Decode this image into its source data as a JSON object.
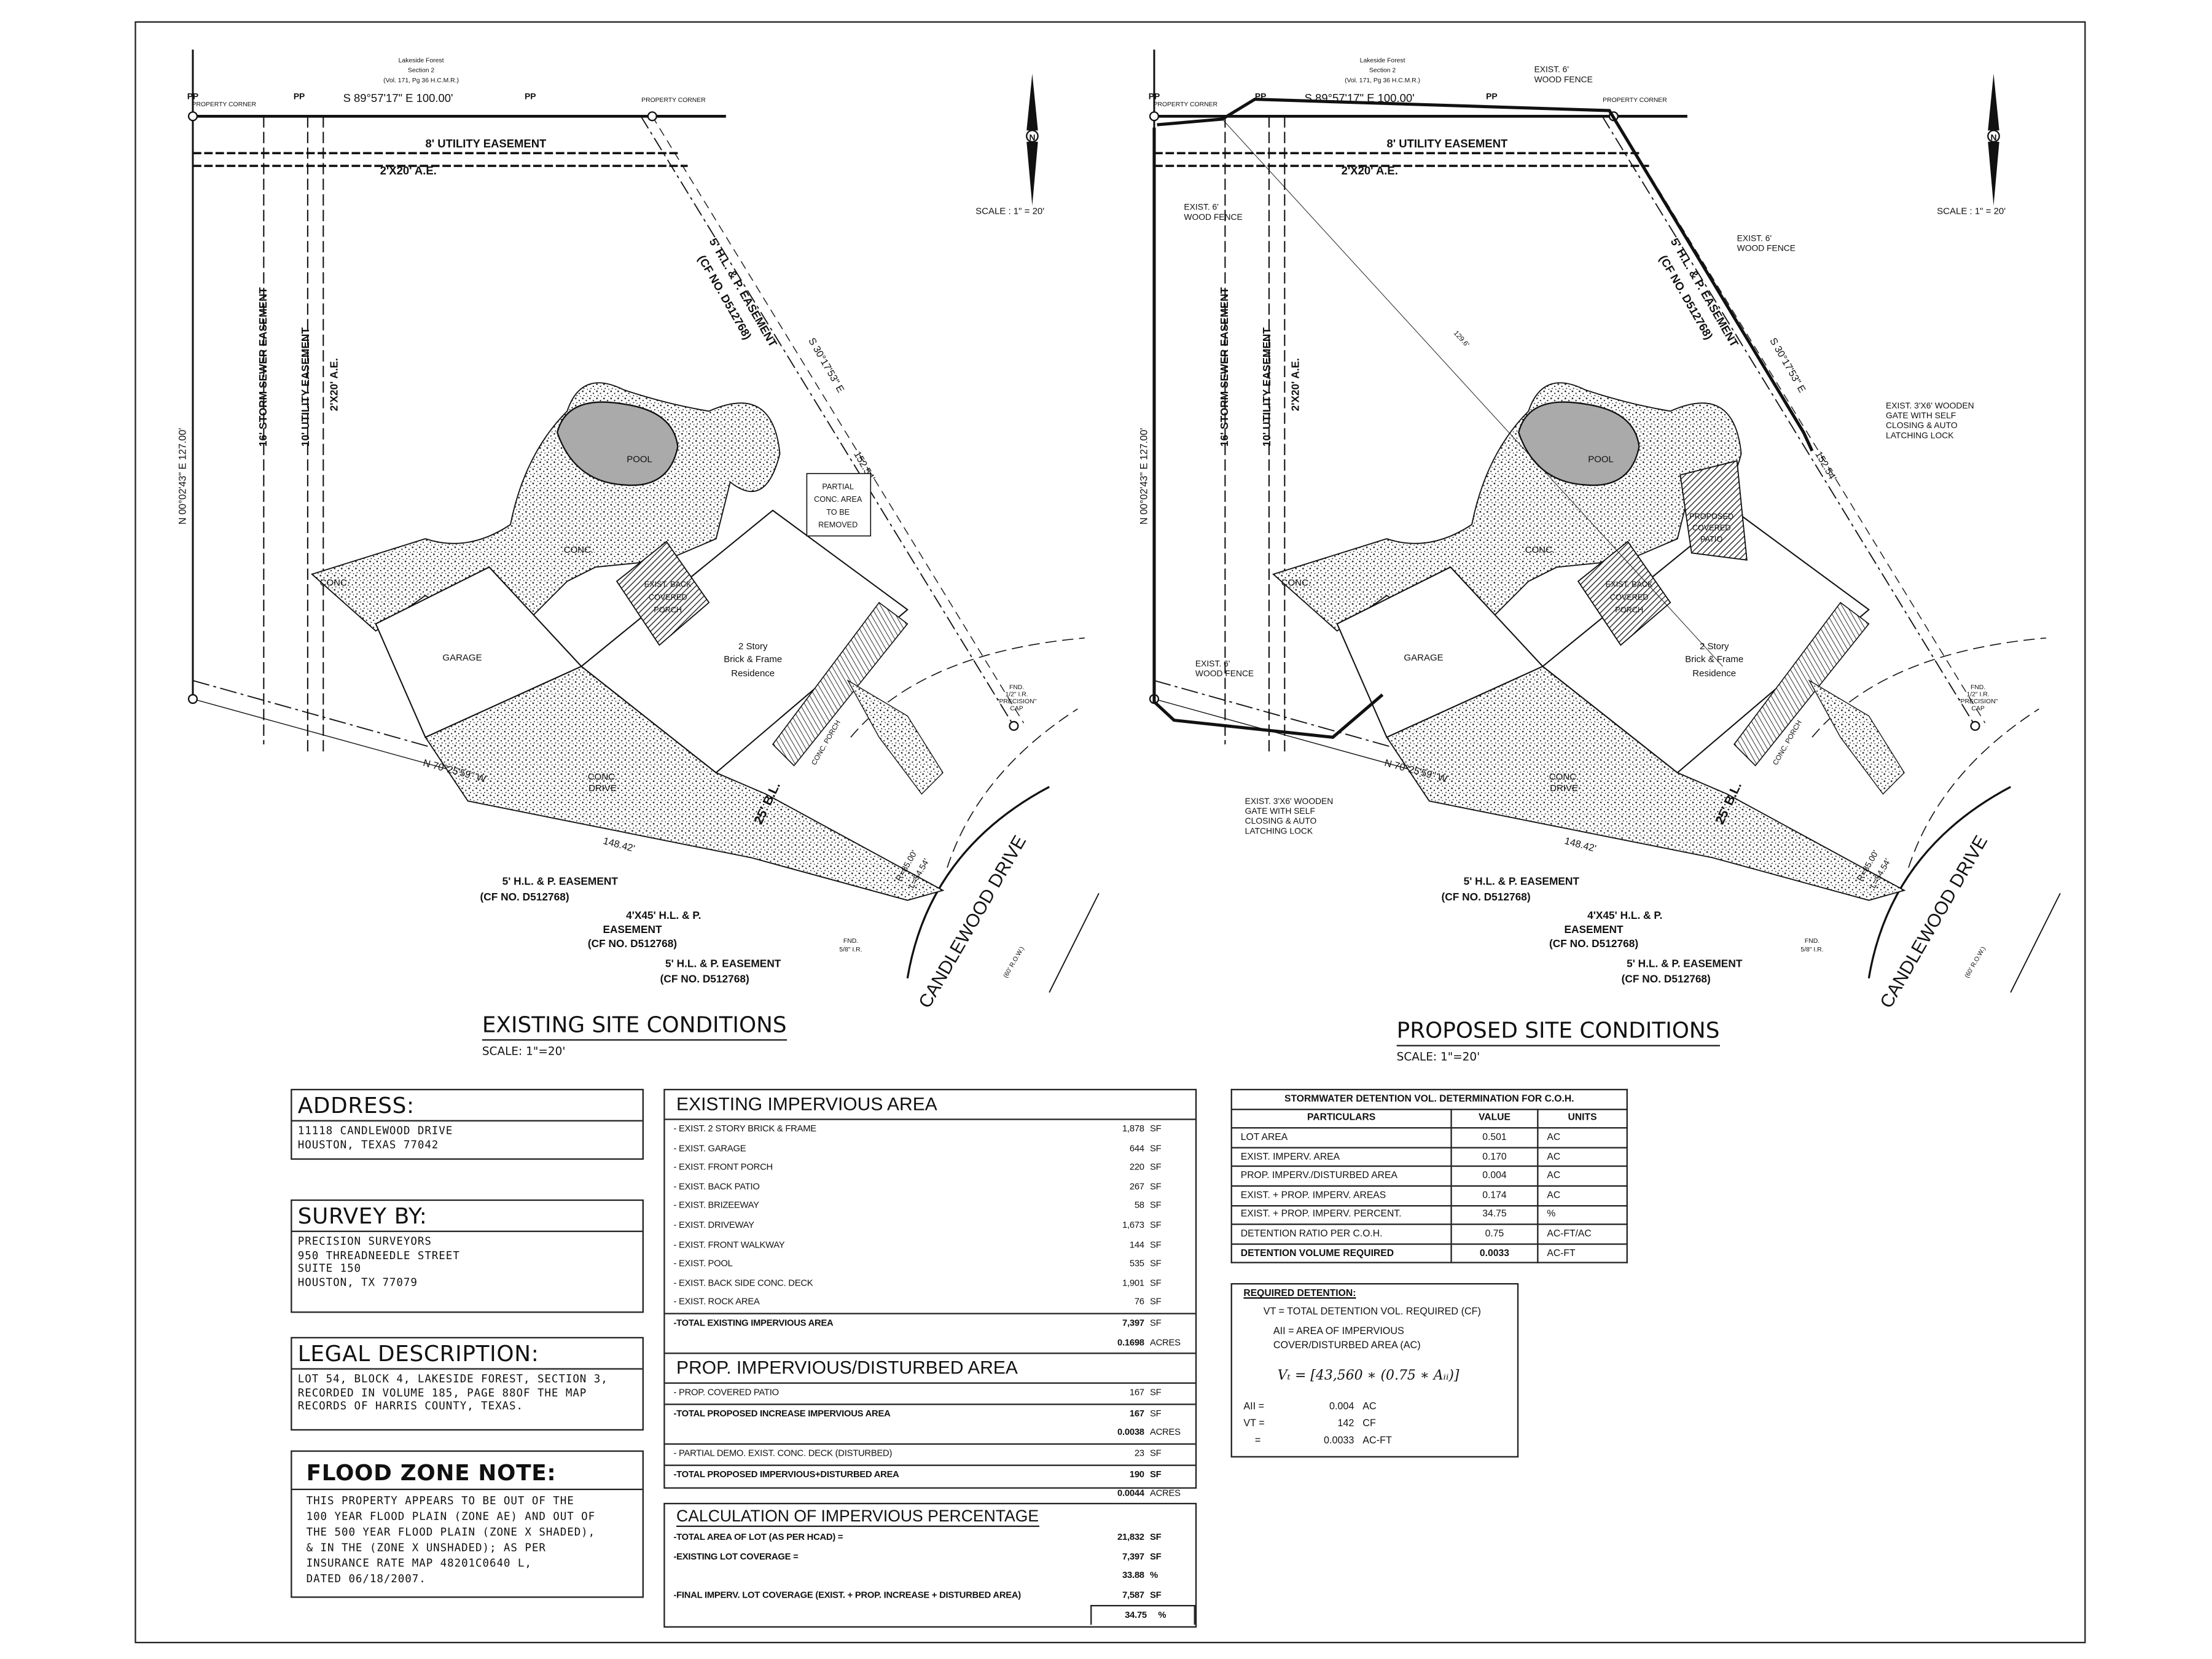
{
  "plan_labels": {
    "subdivision": [
      "Lakeside Forest",
      "Section 2",
      "(Vol. 171, Pg 36 H.C.M.R.)"
    ],
    "north_bearing": "S 89°57'17\"  E     100.00'",
    "west_bearing": "N 00°02'43\"  E     127.00'",
    "east_bearing": "S 30°17'53\"  E",
    "east_distance": "152.54'",
    "south_bearing": "N 70°25'59\"  W",
    "south_distance": "148.42'",
    "pp": "PP",
    "property_corner": "PROPERTY CORNER",
    "utility_easement": "8' UTILITY EASEMENT",
    "ae_easement": "2'X20' A.E.",
    "storm_easement": "16' STORM SEWER EASEMENT",
    "utility_easement_10": "10' UTILITY EASEMENT",
    "ae_vertical": "2'X20' A.E.",
    "hlp_easement_diag": "5' H.L. & P. EASEMENT",
    "hlp_cf_diag": "(CF NO. D512768)",
    "pool": "POOL",
    "conc": "CONC.",
    "garage": "GARAGE",
    "residence": [
      "2 Story",
      "Brick & Frame",
      "Residence"
    ],
    "back_porch": [
      "EXIST. BACK",
      "COVERED",
      "PORCH"
    ],
    "front_porch": "CONC. PORCH",
    "conc_drive": [
      "CONC.",
      "DRIVE"
    ],
    "building_line": "25' B.L.",
    "curve": [
      "R=85.00'",
      "L=54.54'"
    ],
    "fnd_half": [
      "FND.",
      "1/2\" I.R.",
      "\"PRECISION\"",
      "CAP"
    ],
    "fnd_5_8": [
      "FND.",
      "5/8\" I.R."
    ],
    "street": "CANDLEWOOD DRIVE",
    "row": "(60' R.O.W.)",
    "bottom_easements": [
      [
        "5' H.L. & P. EASEMENT",
        "(CF NO. D512768)"
      ],
      [
        "4'X45' H.L. & P.",
        "EASEMENT",
        "(CF NO. D512768)"
      ],
      [
        "5' H.L. & P. EASEMENT",
        "(CF NO. D512768)"
      ]
    ],
    "scale_note": "SCALE : 1\" = 20'",
    "north_letter": "N"
  },
  "existing_plan": {
    "title": "EXISTING SITE CONDITIONS",
    "scale": "SCALE:  1\"=20'",
    "partial_conc": [
      "PARTIAL",
      "CONC. AREA",
      "TO BE",
      "REMOVED"
    ]
  },
  "proposed_plan": {
    "title": "PROPOSED SITE CONDITIONS",
    "scale": "SCALE:  1\"=20'",
    "fence_top": [
      "EXIST. 6'",
      "WOOD FENCE"
    ],
    "fence_left": [
      "EXIST. 6'",
      "WOOD FENCE"
    ],
    "fence_right": [
      "EXIST. 6'",
      "WOOD FENCE"
    ],
    "fence_bottom": [
      "EXIST. 6'",
      "WOOD FENCE"
    ],
    "gate_right": [
      "EXIST. 3'X6' WOODEN",
      "GATE WITH SELF",
      "CLOSING & AUTO",
      "LATCHING LOCK"
    ],
    "gate_left": [
      "EXIST. 3'X6' WOODEN",
      "GATE WITH SELF",
      "CLOSING & AUTO",
      "LATCHING LOCK"
    ],
    "proposed_patio": [
      "PROPOSED",
      "COVERED",
      "PATIO"
    ],
    "diagonal": "129.6'"
  },
  "address": {
    "heading": "ADDRESS:",
    "body": "11118  CANDLEWOOD  DRIVE\nHOUSTON,  TEXAS  77042"
  },
  "survey": {
    "heading": "SURVEY BY:",
    "body": "PRECISION  SURVEYORS\n950  THREADNEEDLE  STREET\nSUITE  150\nHOUSTON,  TX  77079"
  },
  "legal": {
    "heading": "LEGAL DESCRIPTION:",
    "body": "LOT  54,  BLOCK  4,  LAKESIDE  FOREST,  SECTION  3,\nRECORDED  IN  VOLUME  185,  PAGE  88OF  THE  MAP\nRECORDS  OF  HARRIS  COUNTY,  TEXAS."
  },
  "flood": {
    "heading": "FLOOD ZONE NOTE:",
    "body": "THIS  PROPERTY  APPEARS  TO  BE  OUT  OF  THE\n100  YEAR  FLOOD  PLAIN  (ZONE  AE)  AND  OUT  OF\nTHE  500  YEAR  FLOOD  PLAIN  (ZONE  X  SHADED),\n&  IN  THE  (ZONE  X  UNSHADED);  AS  PER\nINSURANCE  RATE  MAP  48201C0640  L,\nDATED  06/18/2007."
  },
  "existing_impervious": {
    "heading": "EXISTING  IMPERVIOUS AREA",
    "rows": [
      {
        "label": "- EXIST. 2 STORY BRICK & FRAME",
        "value": "1,878",
        "unit": "SF"
      },
      {
        "label": "- EXIST. GARAGE",
        "value": "644",
        "unit": "SF"
      },
      {
        "label": "- EXIST. FRONT PORCH",
        "value": "220",
        "unit": "SF"
      },
      {
        "label": "- EXIST. BACK PATIO",
        "value": "267",
        "unit": "SF"
      },
      {
        "label": "- EXIST. BRIZEEWAY",
        "value": "58",
        "unit": "SF"
      },
      {
        "label": "- EXIST. DRIVEWAY",
        "value": "1,673",
        "unit": "SF"
      },
      {
        "label": "- EXIST. FRONT WALKWAY",
        "value": "144",
        "unit": "SF"
      },
      {
        "label": "- EXIST. POOL",
        "value": "535",
        "unit": "SF"
      },
      {
        "label": "- EXIST. BACK SIDE CONC. DECK",
        "value": "1,901",
        "unit": "SF"
      },
      {
        "label": "- EXIST. ROCK AREA",
        "value": "76",
        "unit": "SF"
      }
    ],
    "total": {
      "label": "-TOTAL EXISTING IMPERVIOUS AREA",
      "value": "7,397",
      "unit": "SF",
      "acres": "0.1698",
      "acres_unit": "ACRES"
    }
  },
  "proposed_impervious": {
    "heading": "PROP. IMPERVIOUS/DISTURBED AREA",
    "patio": {
      "label": "- PROP. COVERED PATIO",
      "value": "167",
      "unit": "SF"
    },
    "total_increase": {
      "label": "-TOTAL PROPOSED INCREASE IMPERVIOUS AREA",
      "value": "167",
      "unit": "SF",
      "acres": "0.0038",
      "acres_unit": "ACRES"
    },
    "demo": {
      "label": "- PARTIAL DEMO. EXIST. CONC. DECK (DISTURBED)",
      "value": "23",
      "unit": "SF"
    },
    "total": {
      "label": "-TOTAL PROPOSED IMPERVIOUS+DISTURBED AREA",
      "value": "190",
      "unit": "SF",
      "acres": "0.0044",
      "acres_unit": "ACRES"
    }
  },
  "calculation": {
    "heading": "CALCULATION OF IMPERVIOUS PERCENTAGE",
    "lot": {
      "label": "-TOTAL AREA OF LOT (AS PER HCAD)    =",
      "value": "21,832",
      "unit": "SF"
    },
    "existing": {
      "label": "-EXISTING LOT COVERAGE    =",
      "value": "7,397",
      "unit": "SF"
    },
    "existing_pct": {
      "value": "33.88",
      "unit": "%"
    },
    "final": {
      "label": "-FINAL IMPERV. LOT COVERAGE (EXIST. + PROP. INCREASE + DISTURBED AREA)",
      "value": "7,587",
      "unit": "SF"
    },
    "final_pct": {
      "value": "34.75",
      "unit": "%"
    }
  },
  "stormwater": {
    "title": "STORMWATER DETENTION VOL. DETERMINATION FOR C.O.H.",
    "headers": [
      "PARTICULARS",
      "VALUE",
      "UNITS"
    ],
    "rows": [
      [
        "LOT AREA",
        "0.501",
        "AC"
      ],
      [
        "EXIST. IMPERV. AREA",
        "0.170",
        "AC"
      ],
      [
        "PROP. IMPERV./DISTURBED AREA",
        "0.004",
        "AC"
      ],
      [
        "EXIST. + PROP. IMPERV. AREAS",
        "0.174",
        "AC"
      ],
      [
        "EXIST. + PROP. IMPERV. PERCENT.",
        "34.75",
        "%"
      ],
      [
        "DETENTION RATIO PER C.O.H.",
        "0.75",
        "AC-FT/AC"
      ],
      [
        "DETENTION VOLUME REQUIRED",
        "0.0033",
        "AC-FT"
      ]
    ]
  },
  "required_detention": {
    "heading": "REQUIRED DETENTION:",
    "vt_def": "VT = TOTAL DETENTION VOL. REQUIRED (CF)",
    "aii_def": [
      "AII = AREA OF IMPERVIOUS",
      "COVER/DISTURBED AREA (AC)"
    ],
    "formula": "Vₜ = [43,560 ∗ (0.75 ∗ Aᵢᵢ)]",
    "results": [
      {
        "label": "AII =",
        "value": "0.004",
        "unit": "AC"
      },
      {
        "label": "VT =",
        "value": "142",
        "unit": "CF"
      },
      {
        "label": "=",
        "value": "0.0033",
        "unit": "AC-FT"
      }
    ]
  }
}
